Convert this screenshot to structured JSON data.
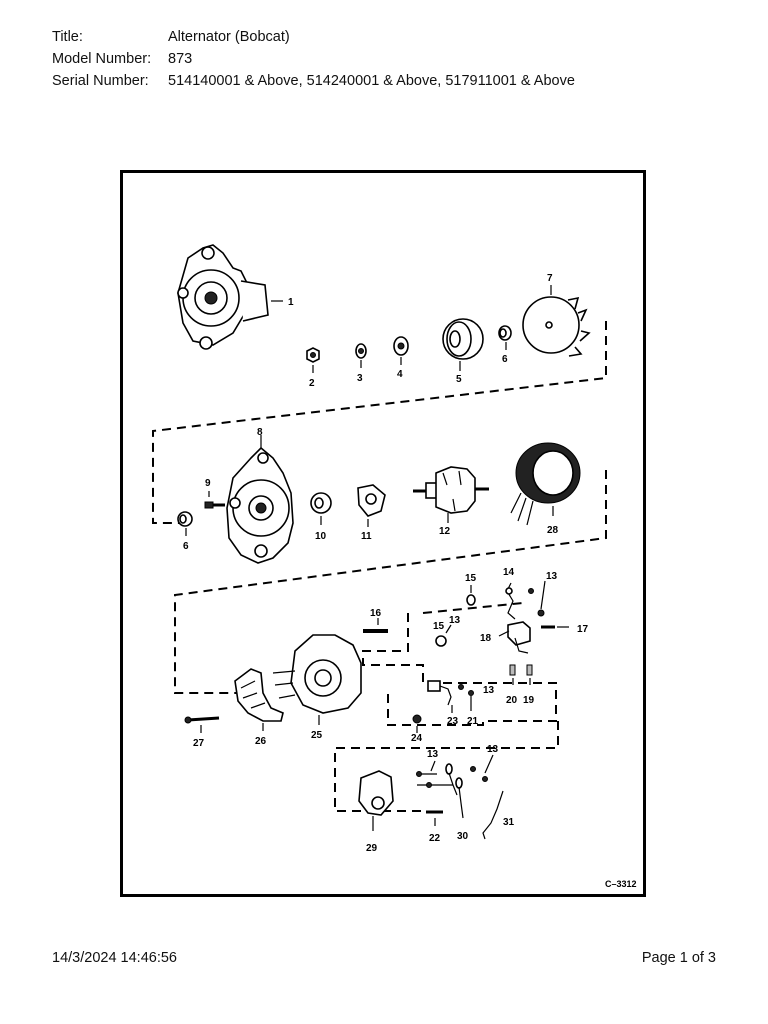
{
  "header": {
    "title_label": "Title:",
    "title_value": "Alternator (Bobcat)",
    "model_label": "Model Number:",
    "model_value": "873",
    "serial_label": "Serial Number:",
    "serial_value": "514140001 & Above, 514240001 & Above, 517911001 & Above"
  },
  "diagram": {
    "figure_code": "C–3312",
    "callouts": [
      "1",
      "2",
      "3",
      "4",
      "5",
      "6",
      "7",
      "8",
      "9",
      "6",
      "10",
      "11",
      "12",
      "28",
      "15",
      "14",
      "13",
      "16",
      "15",
      "13",
      "18",
      "17",
      "13",
      "23",
      "21",
      "20",
      "19",
      "27",
      "26",
      "25",
      "24",
      "13",
      "13",
      "29",
      "22",
      "30",
      "31"
    ]
  },
  "footer": {
    "timestamp": "14/3/2024 14:46:56",
    "page": "Page 1 of 3"
  }
}
